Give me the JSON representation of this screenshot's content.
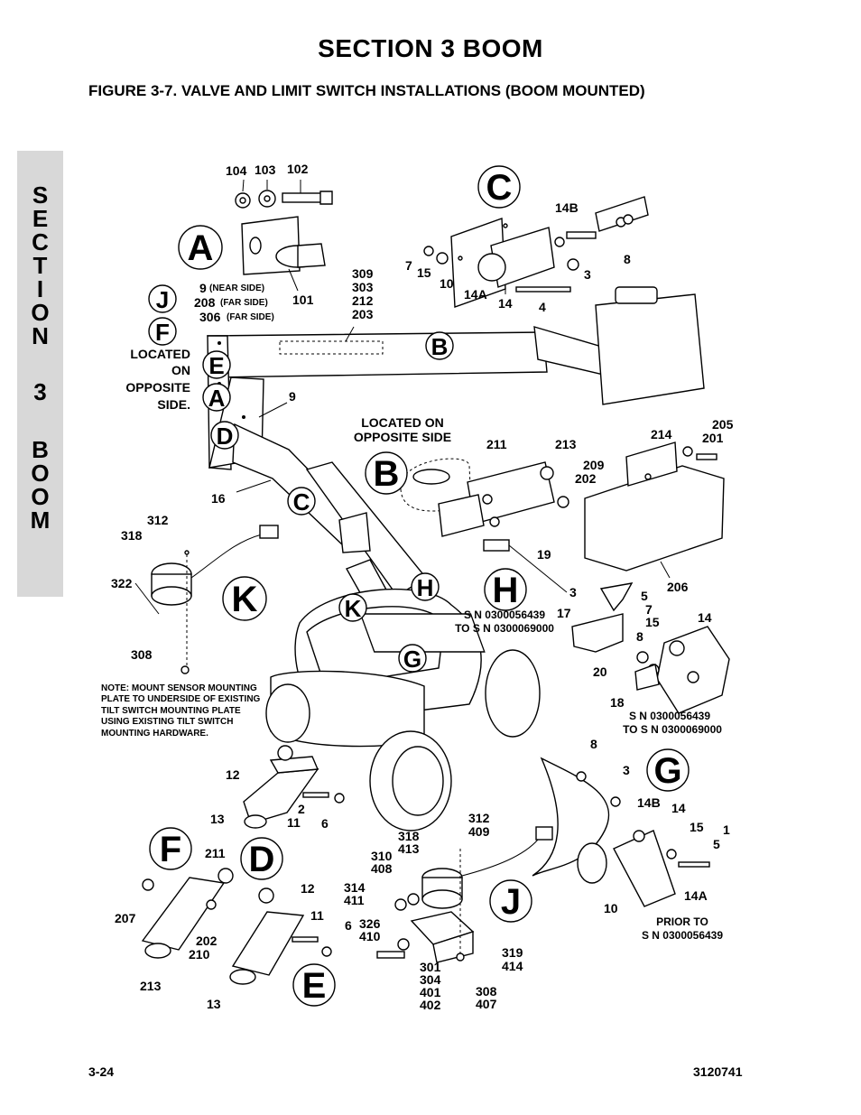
{
  "header": {
    "section_title": "SECTION 3   BOOM",
    "figure_title": "FIGURE 3-7.    VALVE AND LIMIT SWITCH INSTALLATIONS (BOOM MOUNTED)"
  },
  "side_tab": {
    "letters": [
      "S",
      "E",
      "C",
      "T",
      "I",
      "O",
      "N",
      "3",
      "B",
      "O",
      "O",
      "M"
    ]
  },
  "callouts": {
    "A": "A",
    "A2": "A",
    "B": "B",
    "B2": "B",
    "C": "C",
    "C2": "C",
    "D": "D",
    "D2": "D",
    "E": "E",
    "E2": "E",
    "F": "F",
    "F2": "F",
    "G": "G",
    "G2": "G",
    "H": "H",
    "H2": "H",
    "J": "J",
    "J2": "J",
    "K": "K",
    "K2": "K"
  },
  "labels": {
    "p104": "104",
    "p103": "103",
    "p102": "102",
    "p101": "101",
    "p9ns": "9",
    "near_side": "(NEAR SIDE)",
    "p208": "208",
    "far_side_1": "(FAR SIDE)",
    "p306": "306",
    "far_side_2": "(FAR SIDE)",
    "p309": "309",
    "p303": "303",
    "p212": "212",
    "p203": "203",
    "located_on": "LOCATED",
    "on": "ON",
    "opposite": "OPPOSITE",
    "side": "SIDE.",
    "p9": "9",
    "p16": "16",
    "p14B_c": "14B",
    "p7_c": "7",
    "p15_c": "15",
    "p10_c": "10",
    "p14A_c": "14A",
    "p14_c": "14",
    "p4_c": "4",
    "p3_c": "3",
    "p8_c": "8",
    "located_opp_1": "LOCATED ON",
    "located_opp_2": "OPPOSITE SIDE",
    "p211_b": "211",
    "p213_b": "213",
    "p209": "209",
    "p202_b": "202",
    "p19": "19",
    "p214": "214",
    "p205": "205",
    "p201": "201",
    "p206": "206",
    "p312_k": "312",
    "p318_k": "318",
    "p322": "322",
    "p308_k": "308",
    "note_1": "NOTE: MOUNT SENSOR MOUNTING",
    "note_2": "PLATE TO UNDERSIDE OF EXISTING",
    "note_3": "TILT SWITCH MOUNTING PLATE",
    "note_4": "USING EXISTING TILT SWITCH",
    "note_5": "MOUNTING HARDWARE.",
    "sn_h_1": "S N 0300056439",
    "sn_h_2": "TO S N 0300069000",
    "p3_h": "3",
    "p17": "17",
    "p5_h": "5",
    "p7_h": "7",
    "p15_h": "15",
    "p14_h": "14",
    "p8_h": "8",
    "p20": "20",
    "p18": "18",
    "sn_h2_1": "S N 0300056439",
    "sn_h2_2": "TO S N 0300069000",
    "p12_d": "12",
    "p2_d": "2",
    "p13_d": "13",
    "p11_d": "11",
    "p6_d": "6",
    "p211_f": "211",
    "p207": "207",
    "p202_f": "202",
    "p210": "210",
    "p213_f": "213",
    "p12_e": "12",
    "p11_e": "11",
    "p6_e": "6",
    "p13_e": "13",
    "p318_j": "318",
    "p413": "413",
    "p312_j": "312",
    "p409": "409",
    "p310": "310",
    "p408": "408",
    "p314": "314",
    "p411": "411",
    "p326": "326",
    "p410": "410",
    "p319": "319",
    "p414": "414",
    "p301": "301",
    "p304": "304",
    "p401": "401",
    "p402": "402",
    "p308_j": "308",
    "p407": "407",
    "p8_g": "8",
    "p3_g": "3",
    "p14B_g": "14B",
    "p14_g": "14",
    "p15_g": "15",
    "p1_g": "1",
    "p5_g": "5",
    "p10_g": "10",
    "p14A_g": "14A",
    "prior_1": "PRIOR TO",
    "prior_2": "S N 0300056439"
  },
  "footer": {
    "page_number": "3-24",
    "doc_number": "3120741"
  }
}
